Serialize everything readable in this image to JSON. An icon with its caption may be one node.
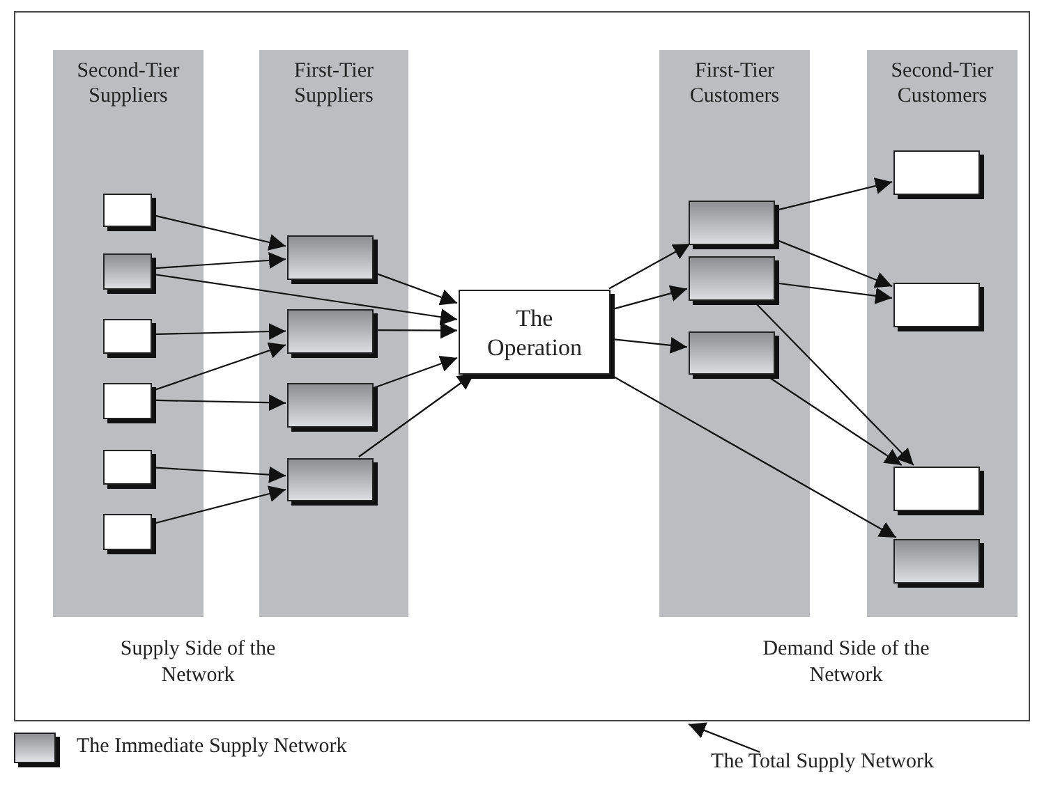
{
  "diagram": {
    "nodes": [
      {
        "text": [],
        "shape": "box"
      },
      {
        "text": [
          "Second-Tier Suppliers"
        ],
        "in": 0
      },
      {
        "text": [],
        "shape": "box",
        "in": 1
      },
      {
        "text": [],
        "shape": "box",
        "in": 1
      },
      {
        "text": [],
        "shape": "box",
        "in": 1
      },
      {
        "text": [],
        "shape": "box",
        "in": 1
      },
      {
        "text": [],
        "shape": "box",
        "in": 1
      },
      {
        "text": [],
        "shape": "box",
        "in": 1
      },
      {
        "text": [
          "First-Tier Suppliers"
        ],
        "in": 0
      },
      {
        "text": [],
        "shape": "box",
        "in": 8
      },
      {
        "text": [],
        "shape": "box",
        "in": 8
      },
      {
        "text": [],
        "shape": "box",
        "in": 8
      },
      {
        "text": [],
        "shape": "box",
        "in": 8
      },
      {
        "text": [
          "The Operation"
        ],
        "in": 0
      },
      {
        "text": [
          "First-Tier Customers"
        ],
        "in": 0
      },
      {
        "text": [],
        "shape": "box",
        "in": 14
      },
      {
        "text": [],
        "shape": "box",
        "in": 14
      },
      {
        "text": [],
        "shape": "box",
        "in": 14
      },
      {
        "text": [
          "Second-Tier Customers"
        ],
        "in": 0
      },
      {
        "text": [],
        "shape": "box",
        "in": 18
      },
      {
        "text": [],
        "shape": "box",
        "in": 18
      },
      {
        "text": [],
        "shape": "box",
        "in": 18
      },
      {
        "text": [],
        "shape": "box",
        "in": 18
      },
      {
        "text": [
          "The Total Supply Network"
        ]
      }
    ],
    "edges": [
      {
        "from": 2,
        "to": 9,
        "arrow": "to"
      },
      {
        "from": 3,
        "to": 9,
        "arrow": "to"
      },
      {
        "from": 3,
        "to": 13,
        "arrow": "to"
      },
      {
        "from": 4,
        "to": 10,
        "arrow": "to"
      },
      {
        "from": 5,
        "to": 10,
        "arrow": "to"
      },
      {
        "from": 5,
        "to": 11,
        "arrow": "to"
      },
      {
        "from": 6,
        "to": 12,
        "arrow": "to"
      },
      {
        "from": 7,
        "to": 12,
        "arrow": "to"
      },
      {
        "from": 9,
        "to": 13,
        "arrow": "to"
      },
      {
        "from": 10,
        "to": 13,
        "arrow": "to"
      },
      {
        "from": 11,
        "to": 13,
        "arrow": "to"
      },
      {
        "from": 12,
        "to": 13,
        "arrow": "to"
      },
      {
        "from": 13,
        "to": 15,
        "arrow": "to"
      },
      {
        "from": 13,
        "to": 16,
        "arrow": "to"
      },
      {
        "from": 13,
        "to": 17,
        "arrow": "to"
      },
      {
        "from": 13,
        "to": 22,
        "arrow": "to"
      },
      {
        "from": 15,
        "to": 19,
        "arrow": "to"
      },
      {
        "from": 15,
        "to": 20,
        "arrow": "to"
      },
      {
        "from": 16,
        "to": 20,
        "arrow": "to"
      },
      {
        "from": 16,
        "to": 21,
        "arrow": "to"
      },
      {
        "from": 17,
        "to": 21,
        "arrow": "to"
      },
      {
        "from": 23,
        "to": 0,
        "arrow": "to"
      }
    ],
    "labels": [
      "Supply Side of the Network",
      "Demand Side of the Network"
    ],
    "legend": [
      {
        "text": "The Immediate Supply Network",
        "color": "#a4a5a8"
      }
    ]
  }
}
